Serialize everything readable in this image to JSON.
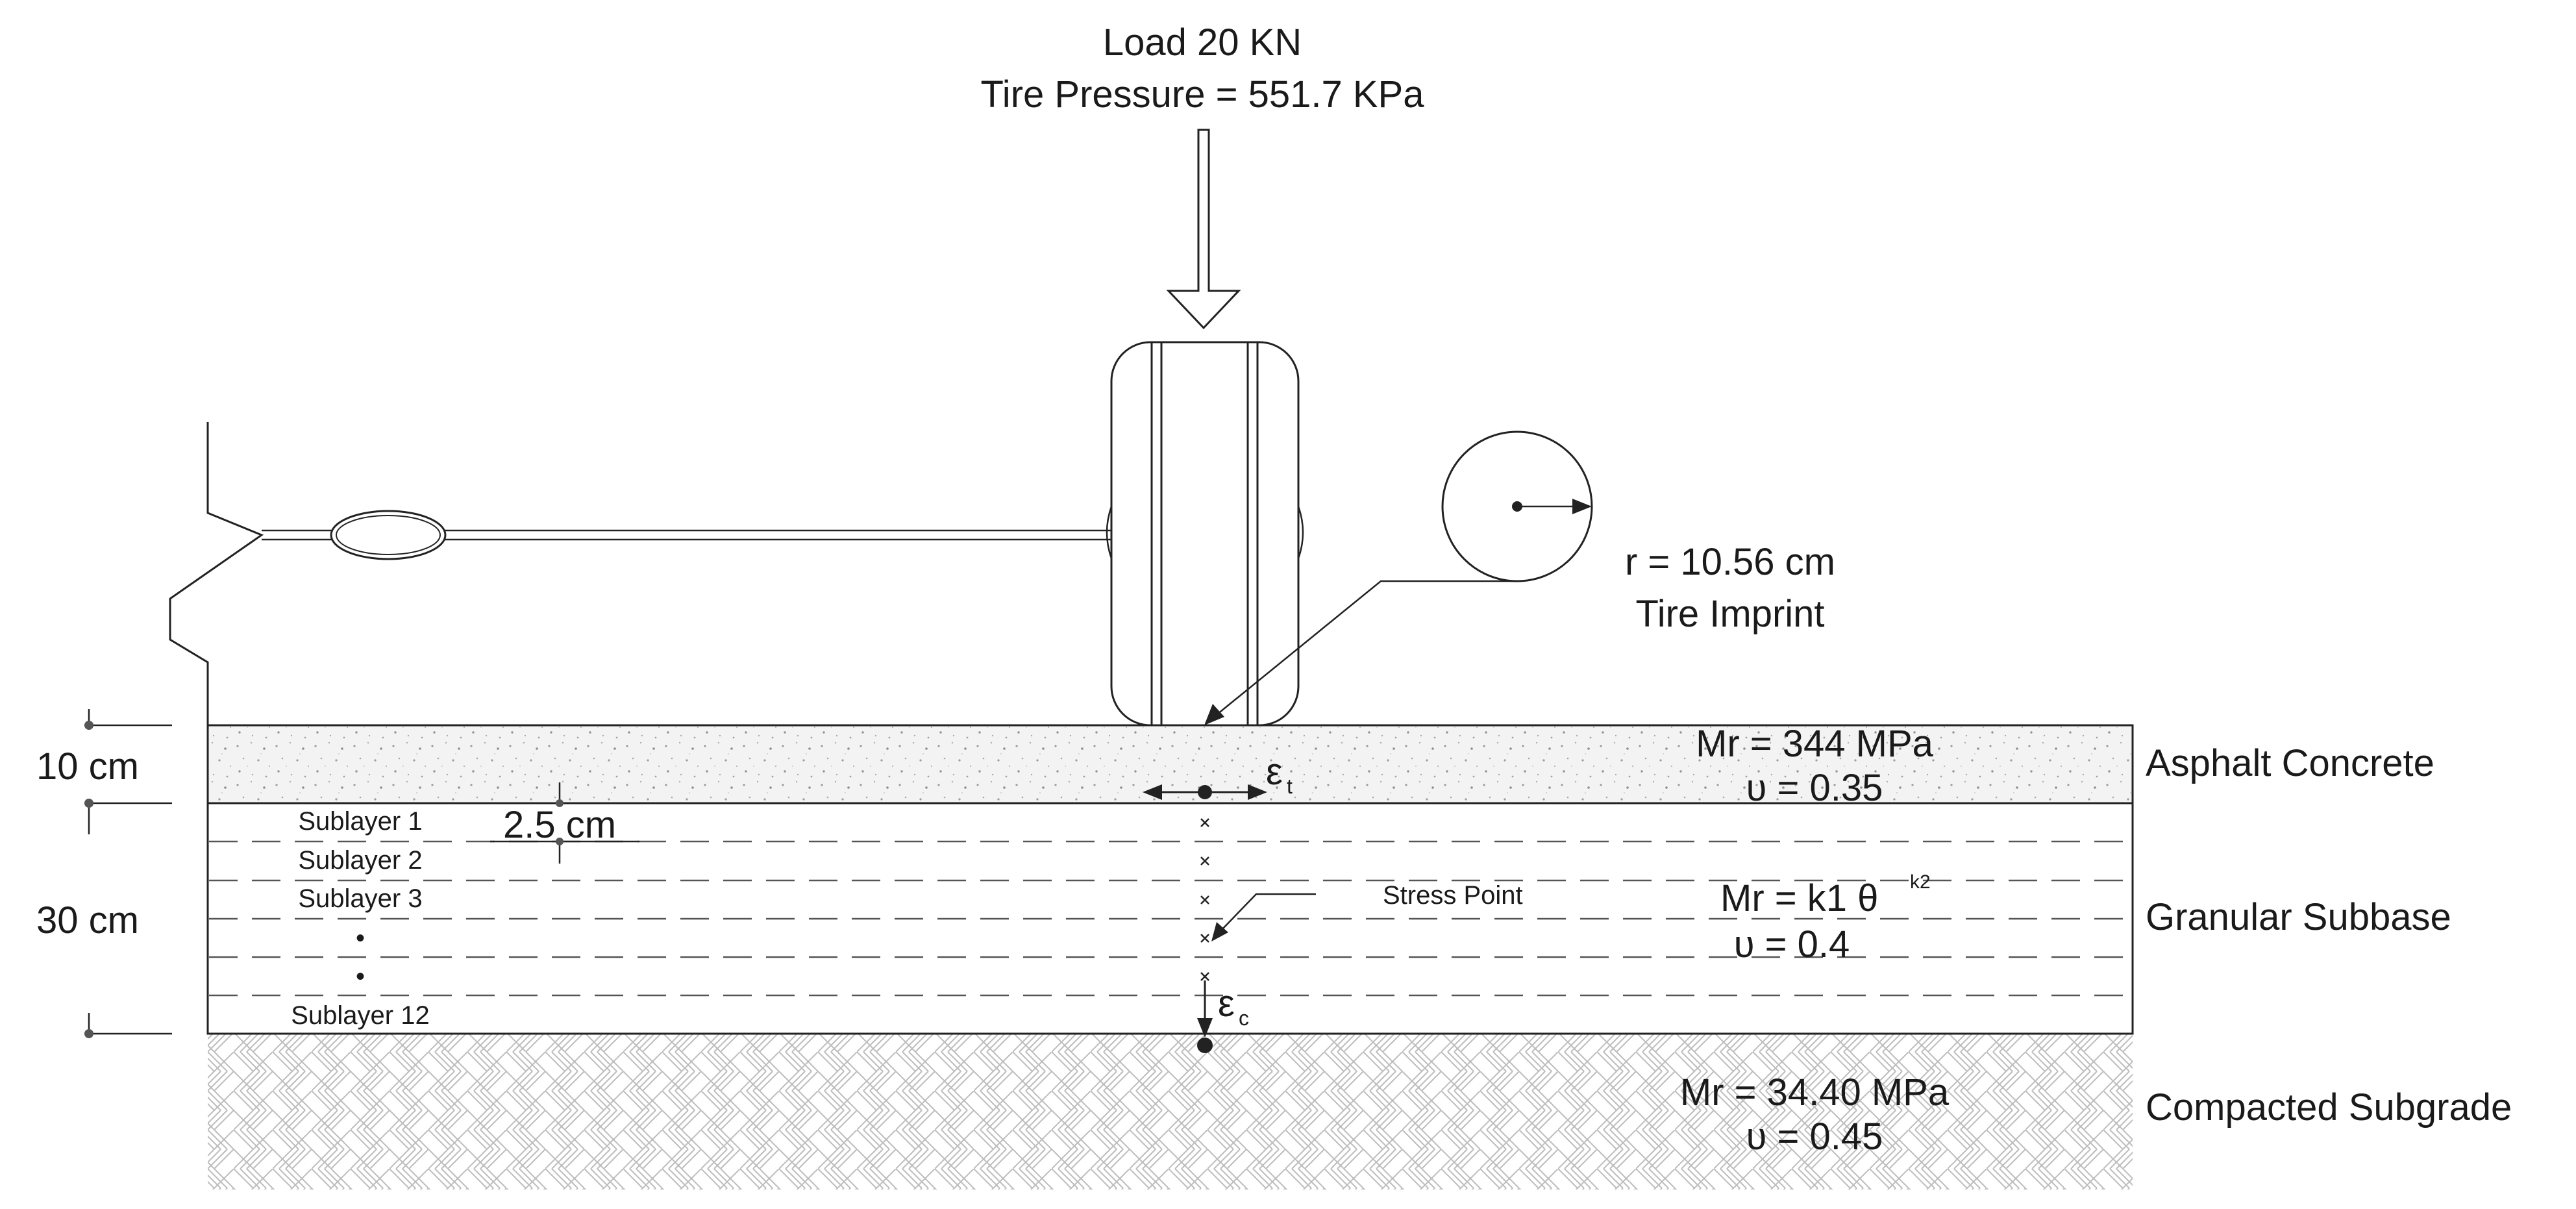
{
  "load": {
    "title": "Load 20 KN",
    "pressure": "Tire Pressure = 551.7 KPa"
  },
  "imprint": {
    "radius": "r = 10.56 cm",
    "label": "Tire Imprint"
  },
  "layers": {
    "asphalt": {
      "name": "Asphalt Concrete",
      "mr": "Mr = 344 MPa",
      "nu": "υ = 0.35",
      "thickness": "10 cm"
    },
    "subbase": {
      "name": "Granular Subbase",
      "mr_base": "Mr = k1 θ",
      "mr_exp": "k2",
      "nu": "υ = 0.4",
      "thickness": "30 cm",
      "sublayer_thickness": "2.5 cm",
      "sublayers": [
        "Sublayer 1",
        "Sublayer 2",
        "Sublayer 3",
        "Sublayer 12"
      ],
      "ellipsis_dots": [
        "•",
        "•"
      ]
    },
    "subgrade": {
      "name": "Compacted Subgrade",
      "mr": "Mr = 34.40 MPa",
      "nu": "υ = 0.45"
    }
  },
  "annotations": {
    "stress_point": "Stress Point",
    "strain_tensile": "ε",
    "strain_tensile_sub": "t",
    "strain_compressive": "ε",
    "strain_compressive_sub": "c"
  },
  "colors": {
    "asphalt_fill": "#f1f1f1",
    "subgrade_fill": "#ffffff",
    "lines": "#222222"
  }
}
